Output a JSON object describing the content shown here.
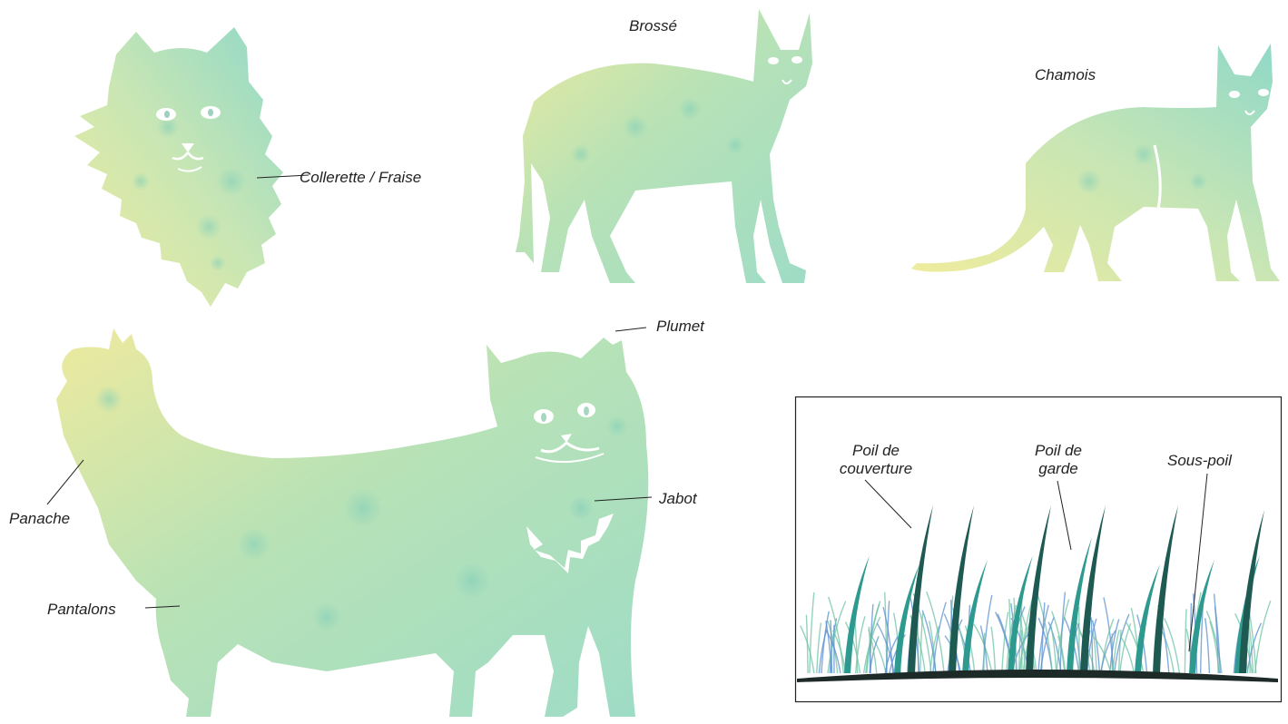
{
  "figures": {
    "collerette": {
      "label": "Collerette / Fraise"
    },
    "brosse": {
      "label": "Brossé"
    },
    "chamois": {
      "label": "Chamois"
    },
    "longhair": {
      "plumet": "Plumet",
      "jabot": "Jabot",
      "panache": "Panache",
      "pantalons": "Pantalons"
    },
    "hair_types": {
      "couverture_line1": "Poil de",
      "couverture_line2": "couverture",
      "garde_line1": "Poil de",
      "garde_line2": "garde",
      "souspoil": "Sous-poil"
    }
  },
  "colors": {
    "mint": "#9fdcc8",
    "yellow": "#eeeba0",
    "guard_hair": "#1f5a52",
    "cover_hair": "#2e9a8f",
    "under_hair": "#5a8fd0",
    "skin": "#1d2a28",
    "line": "#222222"
  }
}
